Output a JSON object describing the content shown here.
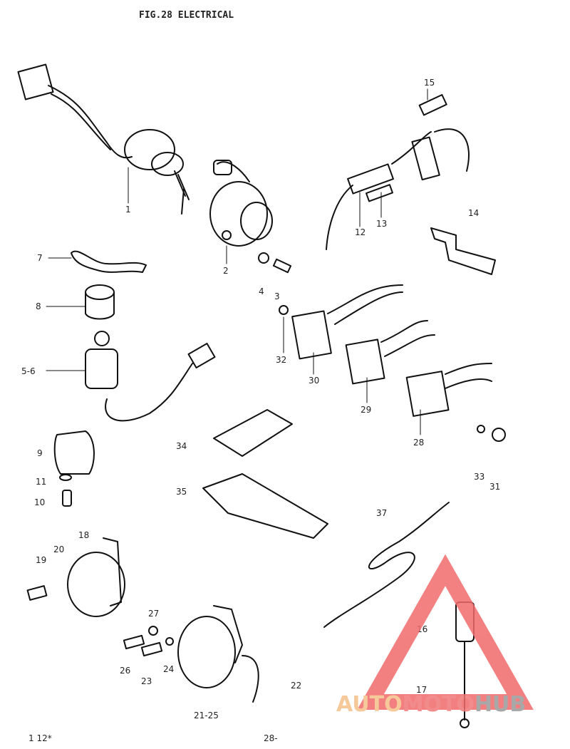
{
  "title": "FIG.28 ELECTRICAL",
  "parts": [
    {
      "id": "p1",
      "num": "1"
    },
    {
      "id": "p2",
      "num": "2"
    },
    {
      "id": "p3",
      "num": "3"
    },
    {
      "id": "p4",
      "num": "4"
    },
    {
      "id": "p56",
      "num": "5-6"
    },
    {
      "id": "p7",
      "num": "7"
    },
    {
      "id": "p8",
      "num": "8"
    },
    {
      "id": "p9",
      "num": "9"
    },
    {
      "id": "p10",
      "num": "10"
    },
    {
      "id": "p11",
      "num": "11"
    },
    {
      "id": "p12",
      "num": "12"
    },
    {
      "id": "p13",
      "num": "13"
    },
    {
      "id": "p14",
      "num": "14"
    },
    {
      "id": "p15",
      "num": "15"
    },
    {
      "id": "p16",
      "num": "16"
    },
    {
      "id": "p17",
      "num": "17"
    },
    {
      "id": "p18",
      "num": "18"
    },
    {
      "id": "p19",
      "num": "19"
    },
    {
      "id": "p20",
      "num": "20"
    },
    {
      "id": "p22",
      "num": "22"
    },
    {
      "id": "p23",
      "num": "23"
    },
    {
      "id": "p24",
      "num": "24"
    },
    {
      "id": "p25",
      "num": "21-25"
    },
    {
      "id": "p26",
      "num": "26"
    },
    {
      "id": "p27",
      "num": "27"
    },
    {
      "id": "p28",
      "num": "28"
    },
    {
      "id": "p29",
      "num": "29"
    },
    {
      "id": "p30",
      "num": "30"
    },
    {
      "id": "p31",
      "num": "31"
    },
    {
      "id": "p32",
      "num": "32"
    },
    {
      "id": "p33",
      "num": "33"
    },
    {
      "id": "p34",
      "num": "34"
    },
    {
      "id": "p35",
      "num": "35"
    },
    {
      "id": "p37",
      "num": "37"
    }
  ],
  "footer": {
    "left": "1 12*",
    "center": "28-"
  },
  "watermark": {
    "part1": "AUTO",
    "part2": "MOTO",
    "part3": "HUB",
    "color1": "#f5c08a",
    "color2": "#f07878",
    "color3": "#9a9a9a",
    "triangle_color": "#f26b6b"
  }
}
